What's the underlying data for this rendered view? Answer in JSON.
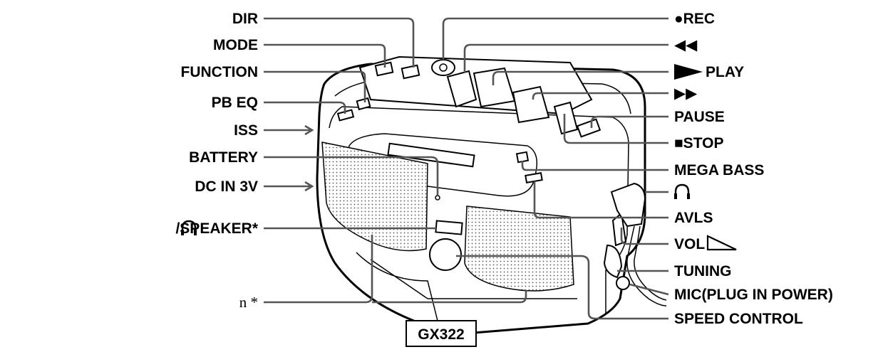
{
  "labels_left": [
    {
      "key": "dir",
      "text": "DIR"
    },
    {
      "key": "mode",
      "text": "MODE"
    },
    {
      "key": "function",
      "text": "FUNCTION"
    },
    {
      "key": "pb_eq",
      "text": "PB EQ"
    },
    {
      "key": "iss",
      "text": "ISS"
    },
    {
      "key": "battery",
      "text": "BATTERY"
    },
    {
      "key": "dc_in",
      "text": "DC IN 3V"
    },
    {
      "key": "speaker",
      "text": "/SPEAKER*"
    },
    {
      "key": "n_star",
      "text": "n  *"
    }
  ],
  "labels_right": [
    {
      "key": "rec",
      "text": "●REC"
    },
    {
      "key": "rew",
      "text": "◀◀"
    },
    {
      "key": "play",
      "text": "PLAY"
    },
    {
      "key": "ff",
      "text": "▶▶"
    },
    {
      "key": "pause",
      "text": "PAUSE"
    },
    {
      "key": "stop",
      "text": "■STOP"
    },
    {
      "key": "mega_bass",
      "text": "MEGA BASS"
    },
    {
      "key": "headphones",
      "text": ""
    },
    {
      "key": "avls",
      "text": "AVLS"
    },
    {
      "key": "vol",
      "text": "VOL"
    },
    {
      "key": "tuning",
      "text": "TUNING"
    },
    {
      "key": "mic",
      "text": "MIC(PLUG IN POWER)"
    },
    {
      "key": "speed",
      "text": "SPEED CONTROL"
    }
  ],
  "model": "GX322",
  "icons": {
    "headphone": "headphone-icon",
    "play_triangle": "play-triangle-icon",
    "vol_wedge": "volume-wedge-icon"
  },
  "colors": {
    "leader": "#555555",
    "outline": "#000000",
    "background": "#ffffff"
  }
}
